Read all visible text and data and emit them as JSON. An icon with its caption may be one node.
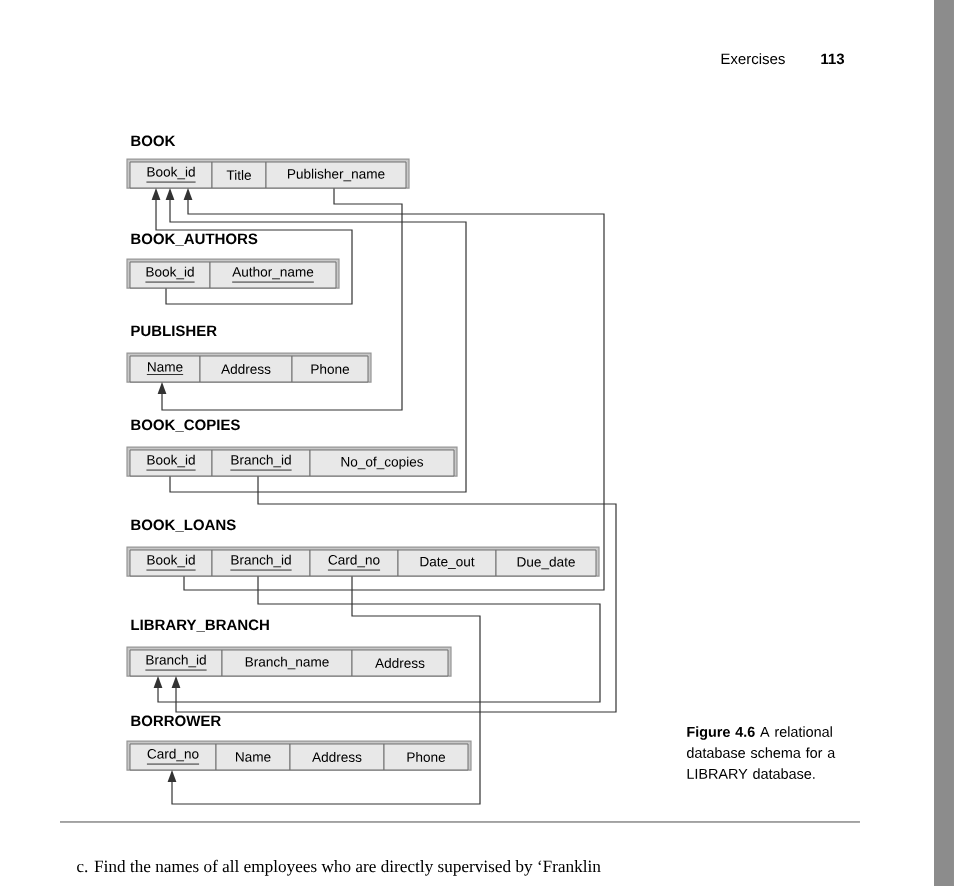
{
  "diagram": {
    "caption": "**Figure 4.6** A relational database schema for a LIBRARY database.",
    "nodes": [
      {
        "text": [
          "BOOK"
        ]
      },
      {
        "text": [
          "Book_id"
        ],
        "in": 0
      },
      {
        "text": [
          "Title"
        ],
        "in": 0
      },
      {
        "text": [
          "Publisher_name"
        ],
        "in": 0
      },
      {
        "text": [
          "BOOK_AUTHORS"
        ]
      },
      {
        "text": [
          "Book_id"
        ],
        "in": 4
      },
      {
        "text": [
          "Author_name"
        ],
        "in": 4
      },
      {
        "text": [
          "PUBLISHER"
        ]
      },
      {
        "text": [
          "Name"
        ],
        "in": 7
      },
      {
        "text": [
          "Address"
        ],
        "in": 7
      },
      {
        "text": [
          "Phone"
        ],
        "in": 7
      },
      {
        "text": [
          "BOOK_COPIES"
        ]
      },
      {
        "text": [
          "Book_id"
        ],
        "in": 11
      },
      {
        "text": [
          "Branch_id"
        ],
        "in": 11
      },
      {
        "text": [
          "No_of_copies"
        ],
        "in": 11
      },
      {
        "text": [
          "BOOK_LOANS"
        ]
      },
      {
        "text": [
          "Book_id"
        ],
        "in": 15
      },
      {
        "text": [
          "Branch_id"
        ],
        "in": 15
      },
      {
        "text": [
          "Card_no"
        ],
        "in": 15
      },
      {
        "text": [
          "Date_out"
        ],
        "in": 15
      },
      {
        "text": [
          "Due_date"
        ],
        "in": 15
      },
      {
        "text": [
          "LIBRARY_BRANCH"
        ]
      },
      {
        "text": [
          "Branch_id"
        ],
        "in": 21
      },
      {
        "text": [
          "Branch_name"
        ],
        "in": 21
      },
      {
        "text": [
          "Address"
        ],
        "in": 21
      },
      {
        "text": [
          "BORROWER"
        ]
      },
      {
        "text": [
          "Card_no"
        ],
        "in": 25
      },
      {
        "text": [
          "Name"
        ],
        "in": 25
      },
      {
        "text": [
          "Address"
        ],
        "in": 25
      },
      {
        "text": [
          "Phone"
        ],
        "in": 25
      }
    ],
    "edges": [
      {
        "from": 5,
        "to": 1,
        "arrow": "to"
      },
      {
        "from": 3,
        "to": 8,
        "arrow": "to"
      },
      {
        "from": 12,
        "to": 1,
        "arrow": "to"
      },
      {
        "from": 16,
        "to": 1,
        "arrow": "to"
      },
      {
        "from": 13,
        "to": 22,
        "arrow": "to"
      },
      {
        "from": 17,
        "to": 22,
        "arrow": "to"
      },
      {
        "from": 18,
        "to": 26,
        "arrow": "to"
      }
    ],
    "labels": [
      "Exercises",
      "113",
      "c. Find the names of all employees who are directly supervised by ‘Franklin"
    ]
  }
}
